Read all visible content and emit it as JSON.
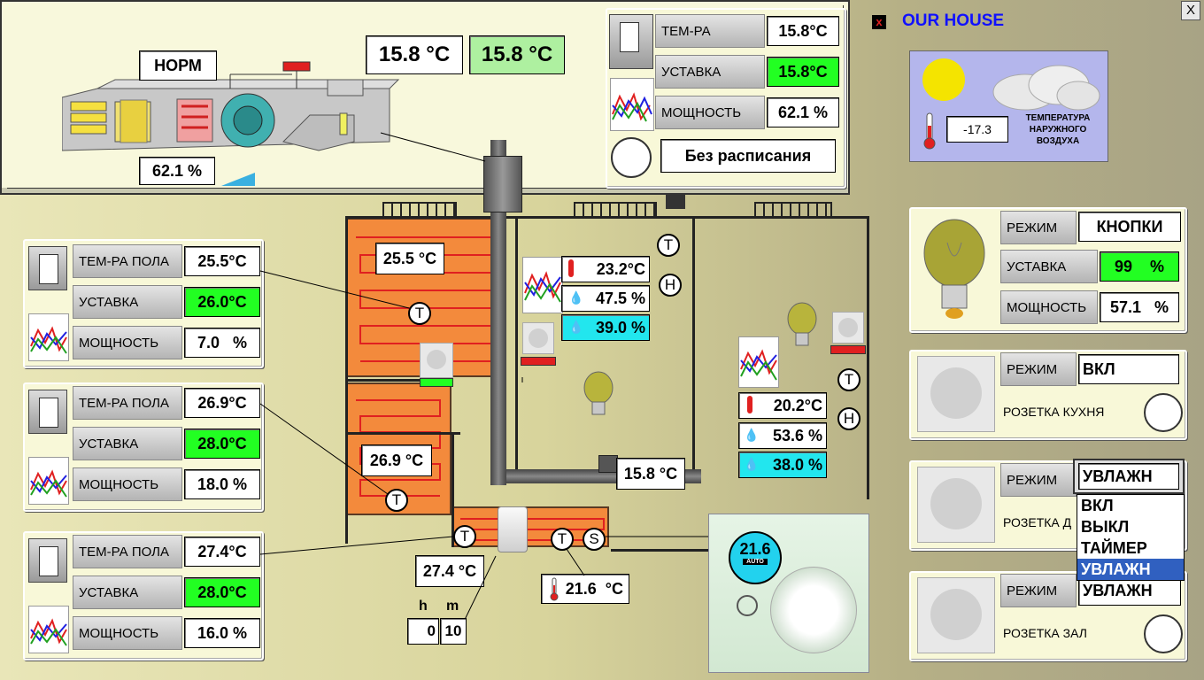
{
  "title": "OUR HOUSE",
  "ventilation": {
    "mode": "НОРМ",
    "temp_actual": "15.8 °C",
    "temp_setpoint": "15.8 °C",
    "power": "62.1 %",
    "panel": {
      "temp_label": "ТЕМ-РА",
      "temp_value": "15.8°C",
      "setpoint_label": "УСТАВКА",
      "setpoint_value": "15.8°C",
      "power_label": "МОЩНОСТЬ",
      "power_value": "62.1 %",
      "schedule_value": "Без расписания"
    }
  },
  "weather": {
    "outdoor_temp": "-17.3",
    "caption_line1": "ТЕМПЕРАТУРА",
    "caption_line2": "НАРУЖНОГО",
    "caption_line3": "ВОЗДУХА"
  },
  "floor_heaters": [
    {
      "temp_label": "ТЕМ-РА ПОЛА",
      "temp": "25.5°C",
      "setpoint_label": "УСТАВКА",
      "setpoint": "26.0°C",
      "power_label": "МОЩНОСТЬ",
      "power": "7.0   %"
    },
    {
      "temp_label": "ТЕМ-РА ПОЛА",
      "temp": "26.9°C",
      "setpoint_label": "УСТАВКА",
      "setpoint": "28.0°C",
      "power_label": "МОЩНОСТЬ",
      "power": "18.0 %"
    },
    {
      "temp_label": "ТЕМ-РА ПОЛА",
      "temp": "27.4°C",
      "setpoint_label": "УСТАВКА",
      "setpoint": "28.0°C",
      "power_label": "МОЩНОСТЬ",
      "power": "16.0 %"
    }
  ],
  "plan": {
    "zone1_temp": "25.5 °C",
    "zone2_temp": "26.9 °C",
    "zone3_temp": "27.4 °C",
    "duct_temp": "15.8 °C",
    "hall_temp": "21.6  °C",
    "timer_h_label": "h",
    "timer_m_label": "m",
    "timer_h": "0",
    "timer_m": "10",
    "thermostat_value": "21.6",
    "thermostat_mode": "AUTO",
    "sensor_t": "T",
    "sensor_h": "H",
    "sensor_s": "S",
    "room1": {
      "temp": "23.2°C",
      "humidity": "47.5 %",
      "humidity_set": "39.0 %"
    },
    "room2": {
      "temp": "20.2°C",
      "humidity": "53.6 %",
      "humidity_set": "38.0 %"
    }
  },
  "lighting": {
    "mode_label": "РЕЖИМ",
    "mode": "КНОПКИ",
    "setpoint_label": "УСТАВКА",
    "setpoint": "99    %",
    "power_label": "МОЩНОСТЬ",
    "power": "57.1   %"
  },
  "sockets": [
    {
      "mode_label": "РЕЖИМ",
      "mode": "ВКЛ",
      "name": "РОЗЕТКА КУХНЯ"
    },
    {
      "mode_label": "РЕЖИМ",
      "mode": "УВЛАЖН",
      "name": "РОЗЕТКА Д"
    },
    {
      "mode_label": "РЕЖИМ",
      "mode": "УВЛАЖН",
      "name": "РОЗЕТКА ЗАЛ"
    }
  ],
  "dropdown": {
    "options": [
      "ВКЛ",
      "ВЫКЛ",
      "ТАЙМЕР",
      "УВЛАЖН"
    ],
    "selected": "УВЛАЖН"
  },
  "close_glyph": "X",
  "colors": {
    "green": "#22ff22",
    "cyan": "#22e6ee",
    "heater": "#f38a3c",
    "title_blue": "#1010ff"
  }
}
